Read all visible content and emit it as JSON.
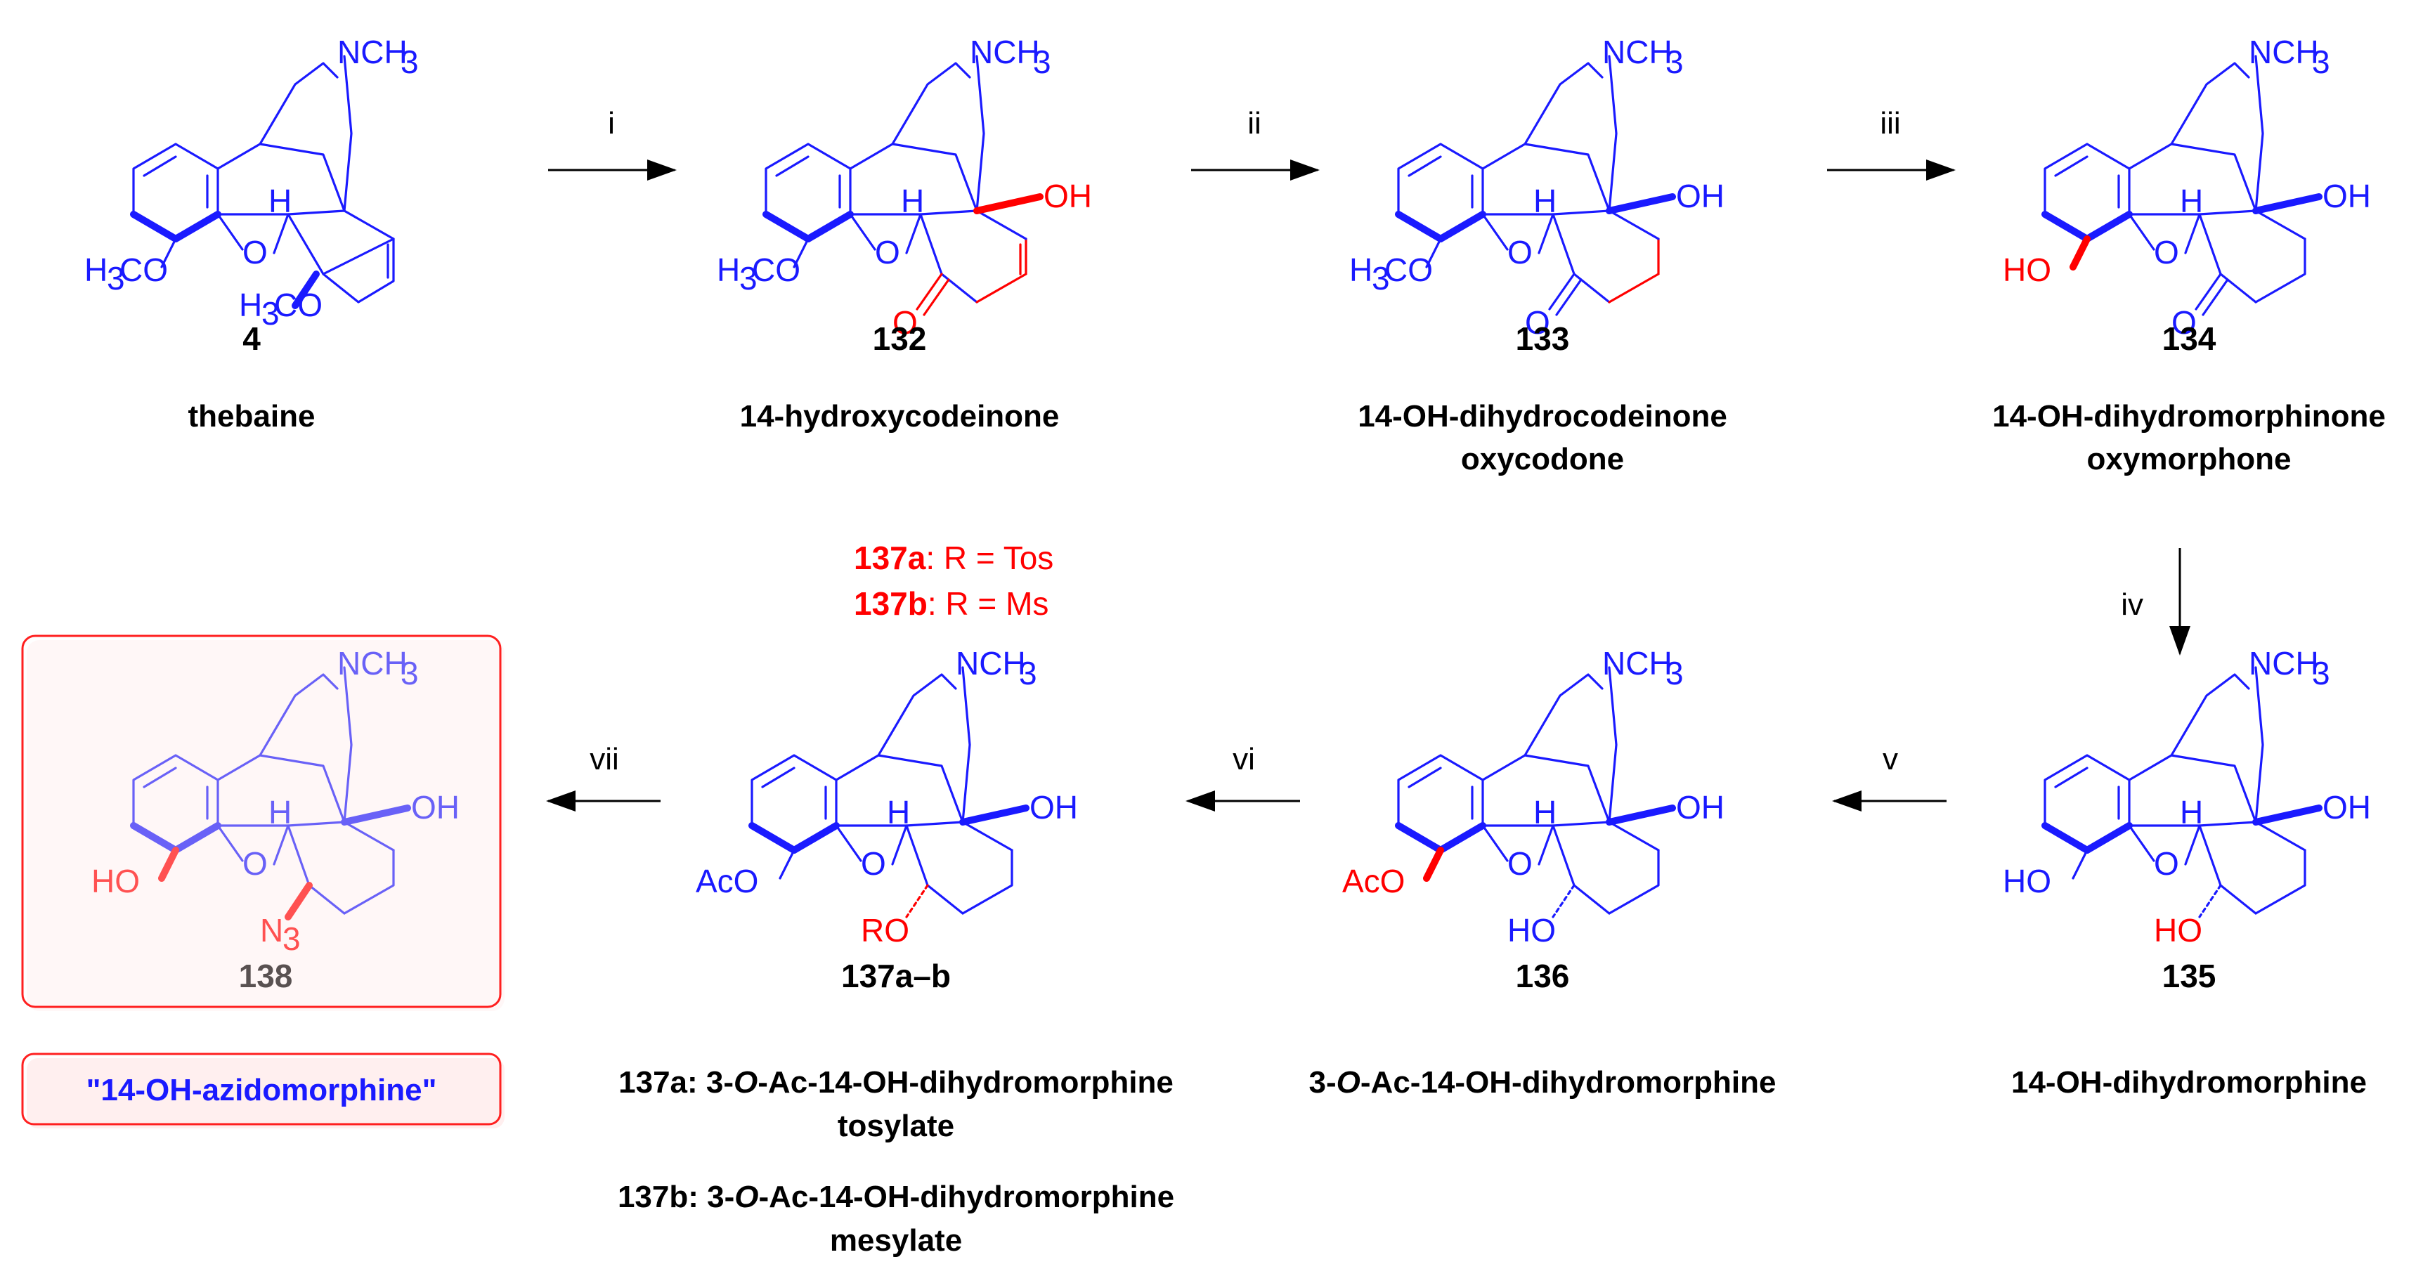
{
  "compounds": [
    {
      "id": "4",
      "name_lines": [
        "thebaine"
      ]
    },
    {
      "id": "132",
      "name_lines": [
        "14-hydroxycodeinone"
      ]
    },
    {
      "id": "133",
      "name_lines": [
        "14-OH-dihydrocodeinone",
        "oxycodone"
      ]
    },
    {
      "id": "134",
      "name_lines": [
        "14-OH-dihydromorphinone",
        "oxymorphone"
      ]
    },
    {
      "id": "135",
      "name_lines": [
        "14-OH-dihydromorphine"
      ]
    },
    {
      "id": "136",
      "name_lines": [
        "3-O-Ac-14-OH-dihydromorphine"
      ]
    },
    {
      "id": "137a–b",
      "name_lines": [
        "137a: 3-O-Ac-14-OH-dihydromorphine",
        "tosylate",
        "137b: 3-O-Ac-14-OH-dihydromorphine",
        "mesylate"
      ]
    },
    {
      "id": "138",
      "name_lines": [
        "\"14-OH-azidomorphine\""
      ]
    }
  ],
  "variants": [
    {
      "id": "137a",
      "text": ": R = Tos"
    },
    {
      "id": "137b",
      "text": ": R = Ms"
    }
  ],
  "steps": [
    "i",
    "ii",
    "iii",
    "iv",
    "v",
    "vi",
    "vii"
  ],
  "atoms": {
    "nch3": "NCH",
    "three": "3",
    "h3co": "H",
    "co": "CO",
    "oh": "OH",
    "ho": "HO",
    "o": "O",
    "h": "H",
    "aco": "AcO",
    "ro": "RO",
    "n": "N"
  },
  "colors": {
    "structure": "#1a1aff",
    "change": "#ff0000",
    "box": "#ff2020",
    "text": "#000000"
  }
}
